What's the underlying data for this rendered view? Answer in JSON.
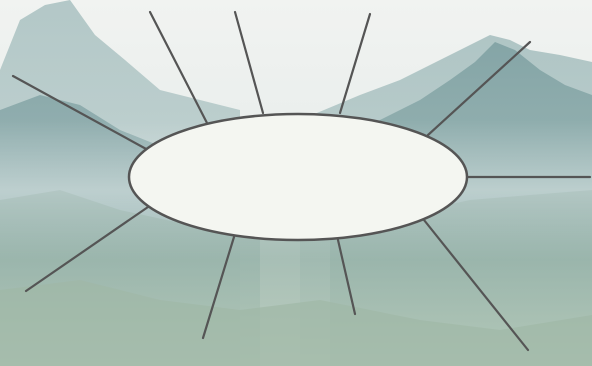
{
  "diagram": {
    "kind": "spider-map",
    "center_text": "",
    "branch_count": 10,
    "branches": [
      "",
      "",
      "",
      "",
      "",
      "",
      "",
      "",
      "",
      ""
    ]
  },
  "background": {
    "subject": "misty-mountain-landscape",
    "sky_color": "#eef1ee",
    "mountain_color": "#7fa2a3",
    "foreground_color": "#8fae9c"
  },
  "colors": {
    "line": "#555555",
    "node_fill": "#f4f6f1",
    "node_stroke": "#555555"
  }
}
